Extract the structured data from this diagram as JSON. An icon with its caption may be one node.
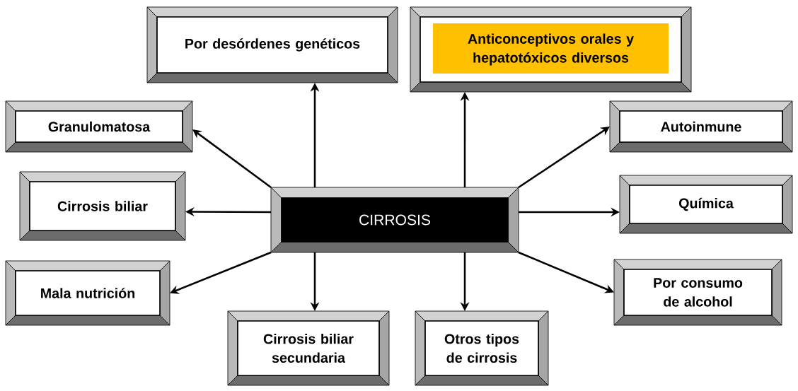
{
  "diagram": {
    "nodes": [
      {
        "text": [
          "Por desórdenes genéticos"
        ]
      },
      {
        "text": [
          "Anticonceptivos orales y hepatotóxicos diversos"
        ]
      },
      {
        "text": [
          "Granulomatosa"
        ]
      },
      {
        "text": [
          "Autoinmune"
        ]
      },
      {
        "text": [
          "Cirrosis biliar"
        ]
      },
      {
        "text": [
          "CIRROSIS"
        ]
      },
      {
        "text": [
          "Química"
        ]
      },
      {
        "text": [
          "Mala nutrición"
        ]
      },
      {
        "text": [
          "Por consumo de alcohol"
        ]
      },
      {
        "text": [
          "Cirrosis biliar secundaria"
        ]
      },
      {
        "text": [
          "Otros tipos de cirrosis"
        ]
      }
    ],
    "edges": [
      {
        "from": 5,
        "to": 0,
        "arrow": "to"
      },
      {
        "from": 5,
        "to": 1,
        "arrow": "to"
      },
      {
        "from": 5,
        "to": 2,
        "arrow": "to"
      },
      {
        "from": 5,
        "to": 3,
        "arrow": "to"
      },
      {
        "from": 5,
        "to": 4,
        "arrow": "to"
      },
      {
        "from": 5,
        "to": 6,
        "arrow": "to"
      },
      {
        "from": 5,
        "to": 7,
        "arrow": "to"
      },
      {
        "from": 5,
        "to": 8,
        "arrow": "to"
      },
      {
        "from": 5,
        "to": 9,
        "arrow": "to"
      },
      {
        "from": 5,
        "to": 10,
        "arrow": "to"
      }
    ]
  }
}
